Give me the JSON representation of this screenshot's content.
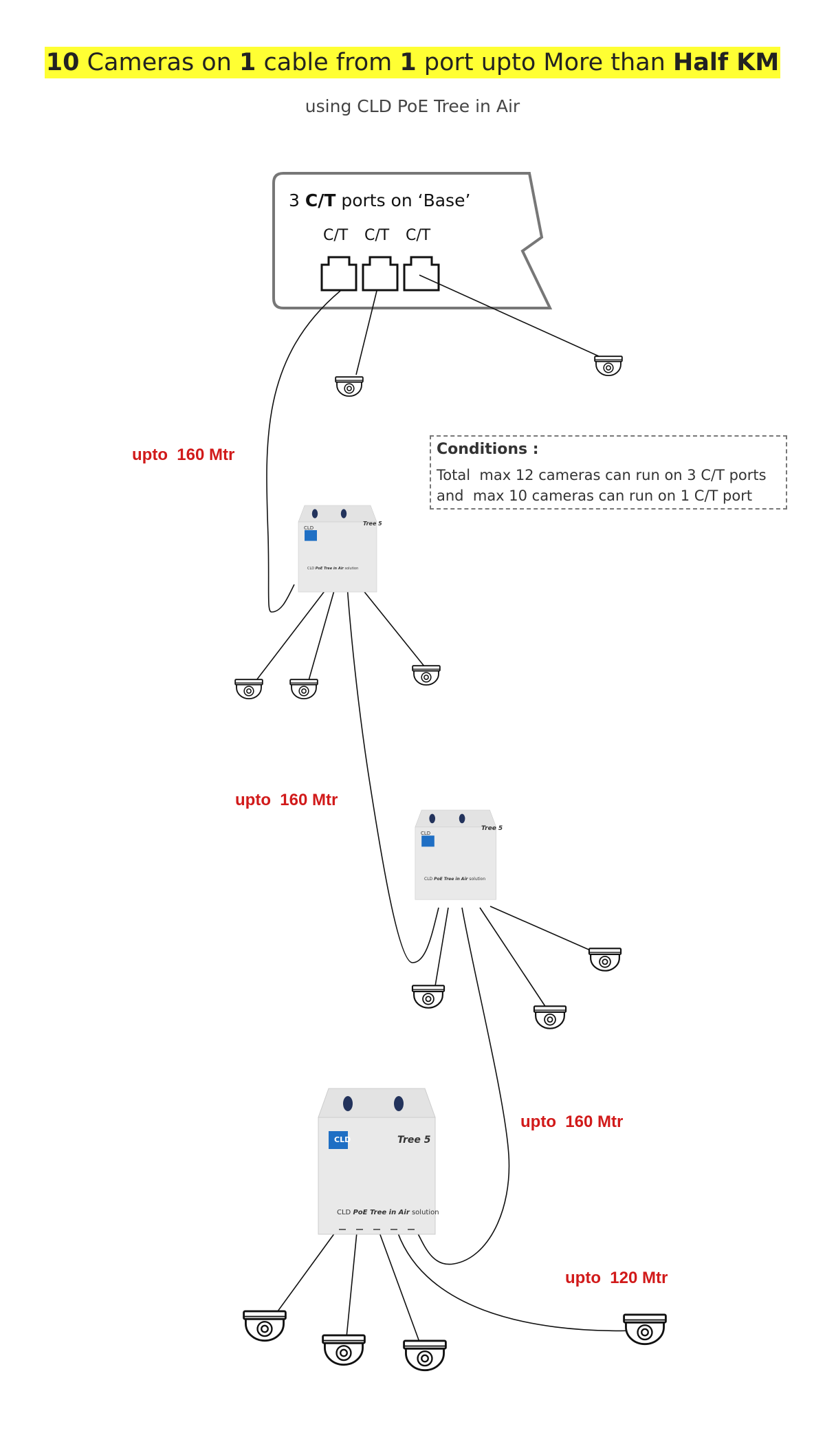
{
  "title": {
    "part1": "10",
    "part2": " Cameras  on ",
    "part3": "1",
    "part4": " cable from ",
    "part5": "1",
    "part6": " port upto More than ",
    "part7": "Half KM"
  },
  "subtitle": "using  CLD PoE Tree in Air",
  "base": {
    "count": "3 ",
    "ct": "C/T",
    "text": "  ports on ‘Base’",
    "ports": [
      "C/T",
      "C/T",
      "C/T"
    ]
  },
  "conditions": {
    "title": "Conditions :",
    "line1": "Total  max 12 cameras can run on 3 C/T ports",
    "line2": "and  max 10 cameras can run on 1 C/T port"
  },
  "distances": {
    "d1": "upto  160 Mtr",
    "d2": "upto  160 Mtr",
    "d3": "upto  160 Mtr",
    "d4": "upto  120 Mtr"
  },
  "device": {
    "logo": "CLD",
    "name": "Tree 5",
    "solution_prefix": "CLD ",
    "solution_brand": "PoE Tree in Air",
    "solution_suffix": " solution"
  },
  "colors": {
    "highlight": "#ffff33",
    "distance": "#d11a1a",
    "logo": "#1f6fc4"
  }
}
